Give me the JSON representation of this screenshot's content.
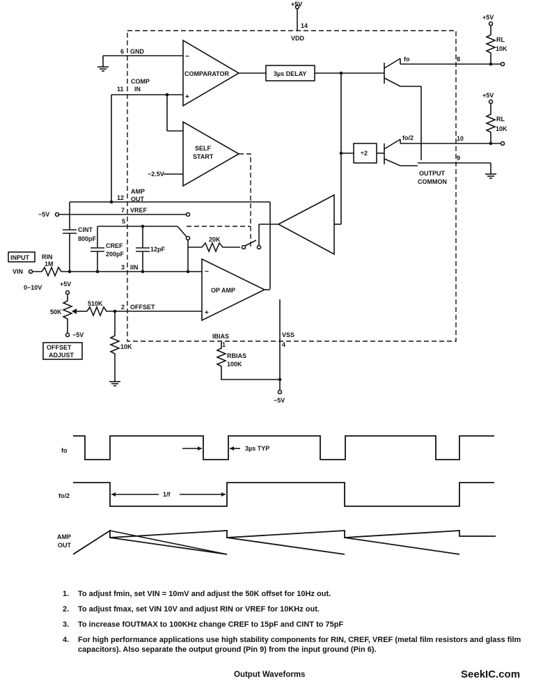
{
  "labels": {
    "vdd_supply": "+5V",
    "vdd_pin": "14",
    "vdd": "VDD",
    "gnd_pin": "6",
    "gnd": "GND",
    "comparator": "COMPARATOR",
    "delay": "3µs DELAY",
    "comp_in_1": "COMP",
    "comp_in_2": "IN",
    "comp_pin": "11",
    "self_start_1": "SELF",
    "self_start_2": "START",
    "neg_2_5v": "−2.5V",
    "fo": "fo",
    "fo2": "fo/2",
    "pin8": "8",
    "pin10": "10",
    "pin9": "9",
    "divider": "÷2",
    "output_common_1": "OUTPUT",
    "output_common_2": "COMMON",
    "rl_supply": "+5V",
    "rl": "RL",
    "rl_value": "10K",
    "amp_out_1": "AMP",
    "amp_out_2": "OUT",
    "pin12": "12",
    "pin7": "7",
    "vref": "VREF",
    "neg5v": "−5V",
    "pin5": "5",
    "cint": "CINT",
    "cint_val": "800pF",
    "cref": "CREF",
    "cref_val": "200pF",
    "c12": "12pF",
    "r20k": "20K",
    "input_box": "INPUT",
    "vin": "VIN",
    "rin": "RIN",
    "rin_val": "1M",
    "pin3": "3",
    "iin": "IIN",
    "op_amp": "OP AMP",
    "range": "0−10V",
    "pot_plus": "+5V",
    "pot_val": "50K",
    "r510k": "510K",
    "pin2": "2",
    "offset": "OFFSET",
    "pot_minus": "−5V",
    "offset_adjust_1": "OFFSET",
    "offset_adjust_2": "ADJUST",
    "r10k": "10K",
    "ibias": "IBIAS",
    "pin1": "1",
    "rbias": "RBIAS",
    "rbias_val": "100K",
    "vss": "VSS",
    "pin4": "4",
    "vss_supply": "−5V"
  },
  "waveforms": {
    "fo": "fo",
    "typ": "3µs TYP",
    "fo2": "fo/2",
    "period": "1/f",
    "amp_out_1": "AMP",
    "amp_out_2": "OUT"
  },
  "notes": [
    {
      "num": "1.",
      "text": "To adjust fmin, set VIN = 10mV and adjust the 50K offset for 10Hz out."
    },
    {
      "num": "2.",
      "text": "To adjust fmax, set VIN 10V and adjust RIN or VREF for 10KHz out."
    },
    {
      "num": "3.",
      "text": "To increase fOUTMAX to 100KHz change CREF to 15pF and CINT to 75pF"
    },
    {
      "num": "4.",
      "text": "For high performance applications use high stability components for RIN, CREF, VREF (metal film resistors and glass film capacitors). Also separate the output ground (Pin 9) from the input ground (Pin 6)."
    }
  ],
  "caption": "Output Waveforms",
  "watermark": "SeekIC.com"
}
